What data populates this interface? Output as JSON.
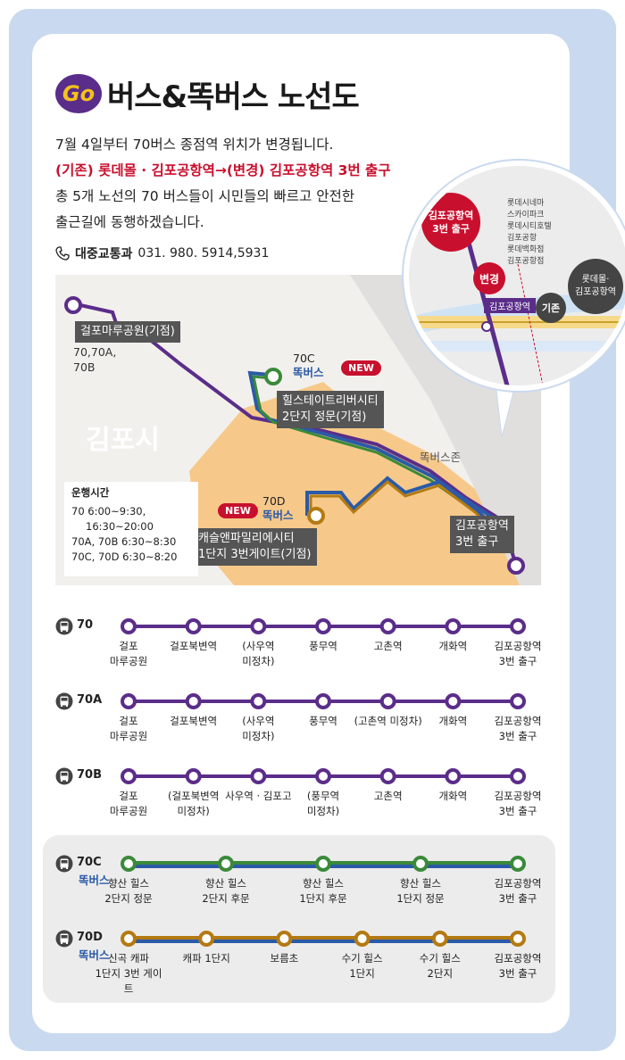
{
  "header": {
    "logo": "Go",
    "title": "버스&똑버스 노선도"
  },
  "intro": {
    "line1": "7월 4일부터 70버스 종점역 위치가 변경됩니다.",
    "line2": "(기존) 롯데몰 · 김포공항역→(변경) 김포공항역 3번 출구",
    "line3": "총 5개 노선의 70 버스들이 시민들의 빠르고 안전한",
    "line4": "출근길에 동행하겠습니다."
  },
  "contact": {
    "icon": "phone-icon",
    "dept": "대중교통과",
    "number": "031. 980. 5914,5931"
  },
  "map": {
    "city": "김포시",
    "zone": "똑버스존",
    "start1": "걸포마루공원(기점)",
    "start1_routes": [
      "70,70A,",
      "70B"
    ],
    "hill_route": [
      "70C",
      "똑버스"
    ],
    "hill_start": [
      "힐스테이트리버시티",
      "2단지 정문(기점)"
    ],
    "new_badge": "NEW",
    "capa_route": [
      "70D",
      "똑버스"
    ],
    "capa_start": [
      "캐슬앤파밀리에시티",
      "1단지 3번게이트(기점)"
    ],
    "end": [
      "김포공항역",
      "3번 출구"
    ],
    "hours": {
      "title": "운행시간",
      "lines": [
        "70 6:00~9:30,",
        "16:30~20:00",
        "70A, 70B 6:30~8:30",
        "70C, 70D 6:30~8:20"
      ]
    }
  },
  "inset": {
    "change_box": [
      "김포공항역",
      "3번 출구"
    ],
    "change_tag": "변경",
    "old_tag": "기존",
    "old_box": [
      "롯데몰·",
      "김포공항역"
    ],
    "station": "김포공항역",
    "labels": [
      "롯데시네마",
      "스카이파크",
      "롯데시티호텔",
      "김포공항",
      "롯데백화점",
      "김포공항점"
    ]
  },
  "colors": {
    "purple": "#5b2d8a",
    "green": "#3a8a3a",
    "blue": "#2b5aa8",
    "orange": "#b47a12",
    "red": "#c8102e"
  },
  "routes": [
    {
      "name": "70",
      "sub": "",
      "color": "#5b2d8a",
      "line2": "",
      "stops": [
        [
          "걸포",
          "마루공원"
        ],
        [
          "걸포북변역",
          ""
        ],
        [
          "(사우역",
          "미정차)"
        ],
        [
          "풍무역",
          ""
        ],
        [
          "고촌역",
          ""
        ],
        [
          "개화역",
          ""
        ],
        [
          "김포공항역",
          "3번 출구"
        ]
      ]
    },
    {
      "name": "70A",
      "sub": "",
      "color": "#5b2d8a",
      "line2": "",
      "stops": [
        [
          "걸포",
          "마루공원"
        ],
        [
          "걸포북변역",
          ""
        ],
        [
          "(사우역",
          "미정차)"
        ],
        [
          "풍무역",
          ""
        ],
        [
          "(고촌역 미정차)",
          ""
        ],
        [
          "개화역",
          ""
        ],
        [
          "김포공항역",
          "3번 출구"
        ]
      ]
    },
    {
      "name": "70B",
      "sub": "",
      "color": "#5b2d8a",
      "line2": "",
      "stops": [
        [
          "걸포",
          "마루공원"
        ],
        [
          "(걸포북변역",
          "미정차)"
        ],
        [
          "사우역 · 김포고",
          ""
        ],
        [
          "(풍무역",
          "미정차)"
        ],
        [
          "고촌역",
          ""
        ],
        [
          "개화역",
          ""
        ],
        [
          "김포공항역",
          "3번 출구"
        ]
      ]
    },
    {
      "name": "70C",
      "sub": "똑버스",
      "color": "#3a8a3a",
      "line2": "#2b5aa8",
      "stops": [
        [
          "향산 힐스",
          "2단지 정문"
        ],
        [
          "향산 힐스",
          "2단지 후문"
        ],
        [
          "향산 힐스",
          "1단지 후문"
        ],
        [
          "향산 힐스",
          "1단지 정문"
        ],
        [
          "김포공항역",
          "3번 출구"
        ]
      ]
    },
    {
      "name": "70D",
      "sub": "똑버스",
      "color": "#b47a12",
      "line2": "#2b5aa8",
      "stops": [
        [
          "신곡 캐파",
          "1단지 3번 게이트"
        ],
        [
          "캐파 1단지",
          ""
        ],
        [
          "보름초",
          ""
        ],
        [
          "수기 힐스",
          "1단지"
        ],
        [
          "수기 힐스",
          "2단지"
        ],
        [
          "김포공항역",
          "3번 출구"
        ]
      ]
    }
  ]
}
